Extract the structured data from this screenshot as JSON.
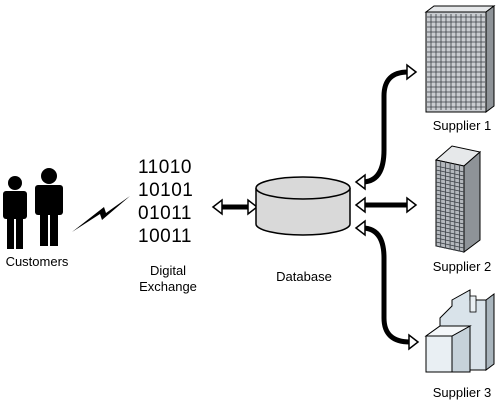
{
  "customers": {
    "label": "Customers"
  },
  "exchange": {
    "binary_lines": [
      "11010",
      "10101",
      "01011",
      "10011"
    ],
    "label_line1": "Digital",
    "label_line2": "Exchange"
  },
  "database": {
    "label": "Database"
  },
  "suppliers": [
    {
      "label": "Supplier 1"
    },
    {
      "label": "Supplier 2"
    },
    {
      "label": "Supplier 3"
    }
  ],
  "colors": {
    "ink": "#000000",
    "db_fill": "#d9d9d9",
    "building_face": "#c9ccd0",
    "building_side": "#8e9398",
    "factory_fill": "#d9e3ea"
  }
}
